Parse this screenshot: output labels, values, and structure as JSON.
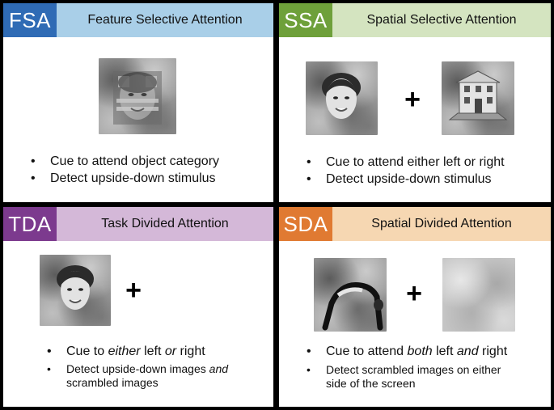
{
  "colors": {
    "fsa_accent": "#2f6bb5",
    "fsa_title_bg": "#a9cfe8",
    "ssa_accent": "#6ea03a",
    "ssa_title_bg": "#d4e4c0",
    "tda_accent": "#7c3a8e",
    "tda_title_bg": "#d4b8d8",
    "sda_accent": "#e07a32",
    "sda_title_bg": "#f6d7b2"
  },
  "panels": {
    "fsa": {
      "abbr": "FSA",
      "title": "Feature Selective Attention",
      "stimuli": [
        "superimposed-face-house-image"
      ],
      "bullets": [
        "Cue to attend object category",
        "Detect upside-down stimulus"
      ]
    },
    "ssa": {
      "abbr": "SSA",
      "title": "Spatial Selective Attention",
      "plus": "+",
      "stimuli": [
        "face-image",
        "house-image"
      ],
      "bullets": [
        "Cue to attend either left or right",
        "Detect upside-down stimulus"
      ]
    },
    "tda": {
      "abbr": "TDA",
      "title": "Task Divided Attention",
      "plus": "+",
      "stimuli": [
        "face-image"
      ],
      "bullet1": {
        "a": "Cue to ",
        "b": "either",
        "c": " left ",
        "d": "or",
        "e": " right"
      },
      "bullet2": {
        "a": "Detect upside-down images ",
        "b": "and",
        "c": " scrambled images"
      }
    },
    "sda": {
      "abbr": "SDA",
      "title": "Spatial Divided Attention",
      "plus": "+",
      "stimuli": [
        "body-image",
        "scrambled-image"
      ],
      "bullet1": {
        "a": "Cue to attend ",
        "b": "both",
        "c": " left ",
        "d": "and",
        "e": " right"
      },
      "bullet2": "Detect scrambled images on either side of the screen"
    }
  }
}
